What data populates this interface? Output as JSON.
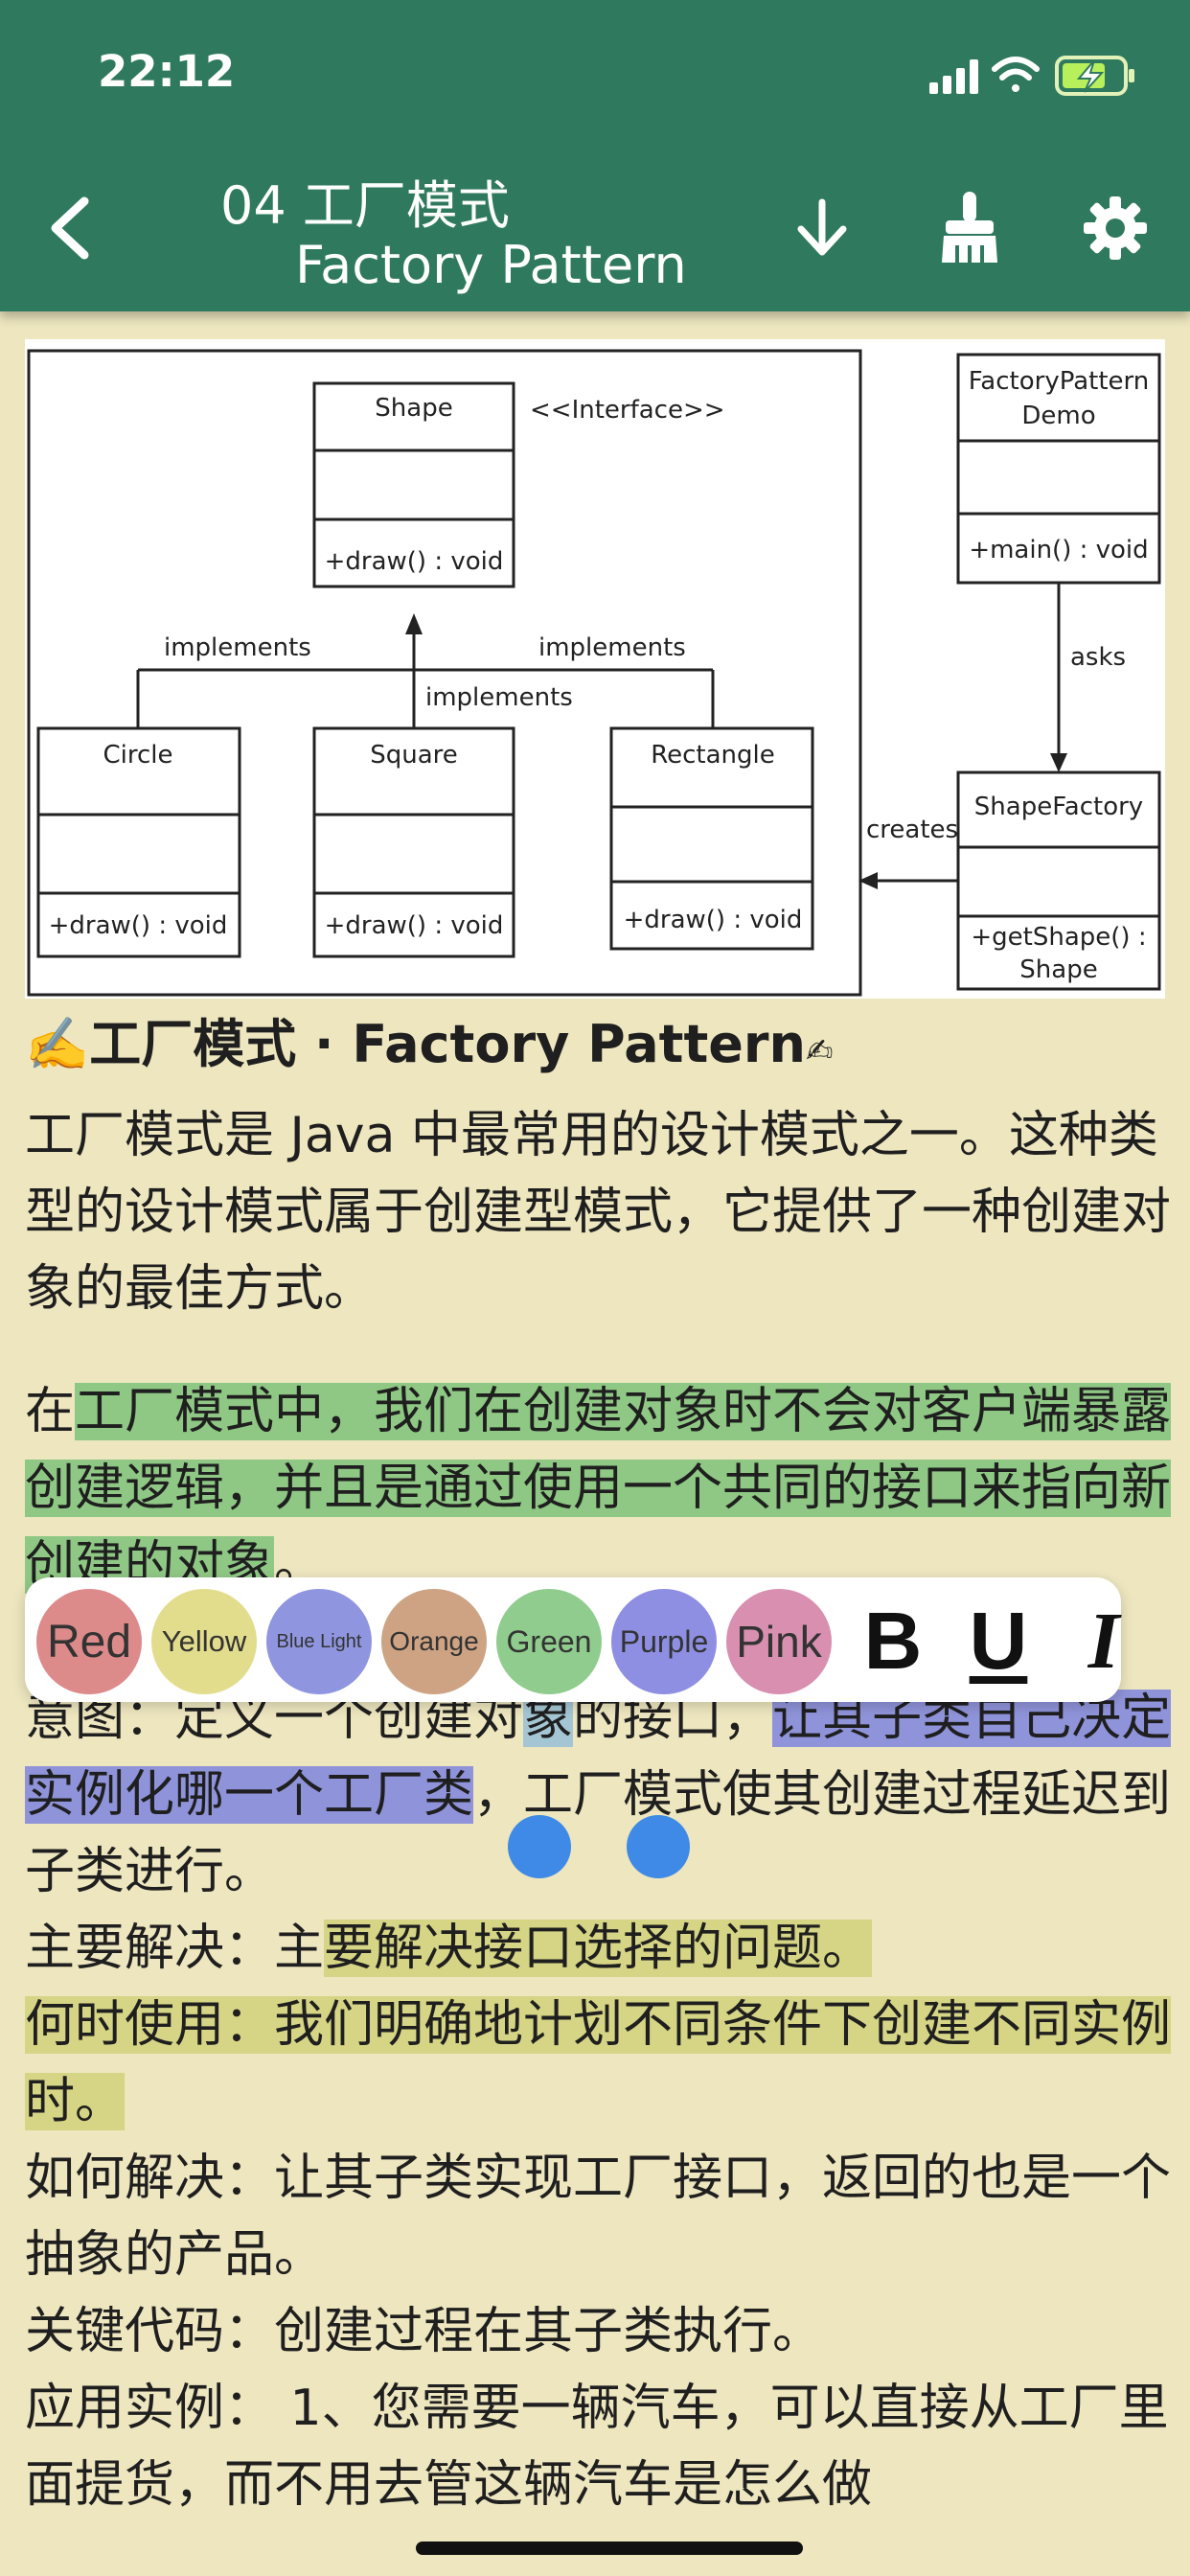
{
  "status_bar": {
    "time": "22:12"
  },
  "header": {
    "title_line1": "04 工厂模式",
    "title_line2": "Factory Pattern",
    "icons": [
      "back-arrow-icon",
      "download-icon",
      "broom-icon",
      "gear-icon"
    ]
  },
  "diagram": {
    "interface_label": "<<Interface>>",
    "shape": {
      "name": "Shape",
      "method": "+draw() : void"
    },
    "implements_labels": [
      "implements",
      "implements",
      "implements"
    ],
    "classes": [
      {
        "name": "Circle",
        "method": "+draw() : void"
      },
      {
        "name": "Square",
        "method": "+draw() : void"
      },
      {
        "name": "Rectangle",
        "method": "+draw() : void"
      }
    ],
    "demo": {
      "name_line1": "FactoryPattern",
      "name_line2": "Demo",
      "method": "+main() : void"
    },
    "asks_label": "asks",
    "creates_label": "creates",
    "factory": {
      "name": "ShapeFactory",
      "method_line1": "+getShape() :",
      "method_line2": "Shape"
    }
  },
  "article": {
    "heading_prefix": "✍️",
    "heading": "工厂模式 · Factory Pattern",
    "heading_suffix": "✍",
    "p1": "工厂模式是 Java 中最常用的设计模式之一。这种类型的设计模式属于创建型模式，它提供了一种创建对象的最佳方式。",
    "p2_plain": "在",
    "p2_highlight": "工厂模式中，我们在创建对象时不会对客户端暴露创建逻辑，并且是通过使用一个共同的接口来指向新创建的对象",
    "p2_end": "。",
    "intent_label": "意图：",
    "intent_a": "定义一个创建对",
    "intent_sel": "象",
    "intent_b": "的接口，",
    "intent_purple": "让其子类自己决定实例化哪一个工厂类",
    "intent_c": "，工厂模式使其创建过程延迟到子类进行。",
    "solve_label": "主要解决：",
    "solve_a": "主",
    "solve_highlight": "要解决接口选择的问题。",
    "when_highlight": "何时使用：我们明确地计划不同条件下创建不同实例时。",
    "how_label": "如何解决：",
    "how_text": "让其子类实现工厂接口，返回的也是一个抽象的产品。",
    "key_label": "关键代码：",
    "key_text": "创建过程在其子类执行。",
    "example_label": "应用实例：",
    "example_text": "1、您需要一辆汽车，可以直接从工厂里面提货，而不用去管这辆汽车是怎么做"
  },
  "toolbar": {
    "colors": [
      {
        "label": "Red",
        "hex": "#dd8a8a"
      },
      {
        "label": "Yellow",
        "hex": "#e2dd8c"
      },
      {
        "label": "Blue Light",
        "hex": "#8f96df"
      },
      {
        "label": "Orange",
        "hex": "#cda384"
      },
      {
        "label": "Green",
        "hex": "#8fcc8d"
      },
      {
        "label": "Purple",
        "hex": "#8e8fe3"
      },
      {
        "label": "Pink",
        "hex": "#d88fb0"
      }
    ],
    "format_buttons": [
      "B",
      "U",
      "I"
    ]
  },
  "theme": {
    "header_bg": "#2f7a5f",
    "page_bg": "#ede6bf",
    "green_highlight": "#8fc884",
    "yellow_highlight": "#d6d585",
    "purple_highlight": "#8f93d9",
    "selection": "#a4c6d4",
    "handle": "#3e8ae6"
  }
}
